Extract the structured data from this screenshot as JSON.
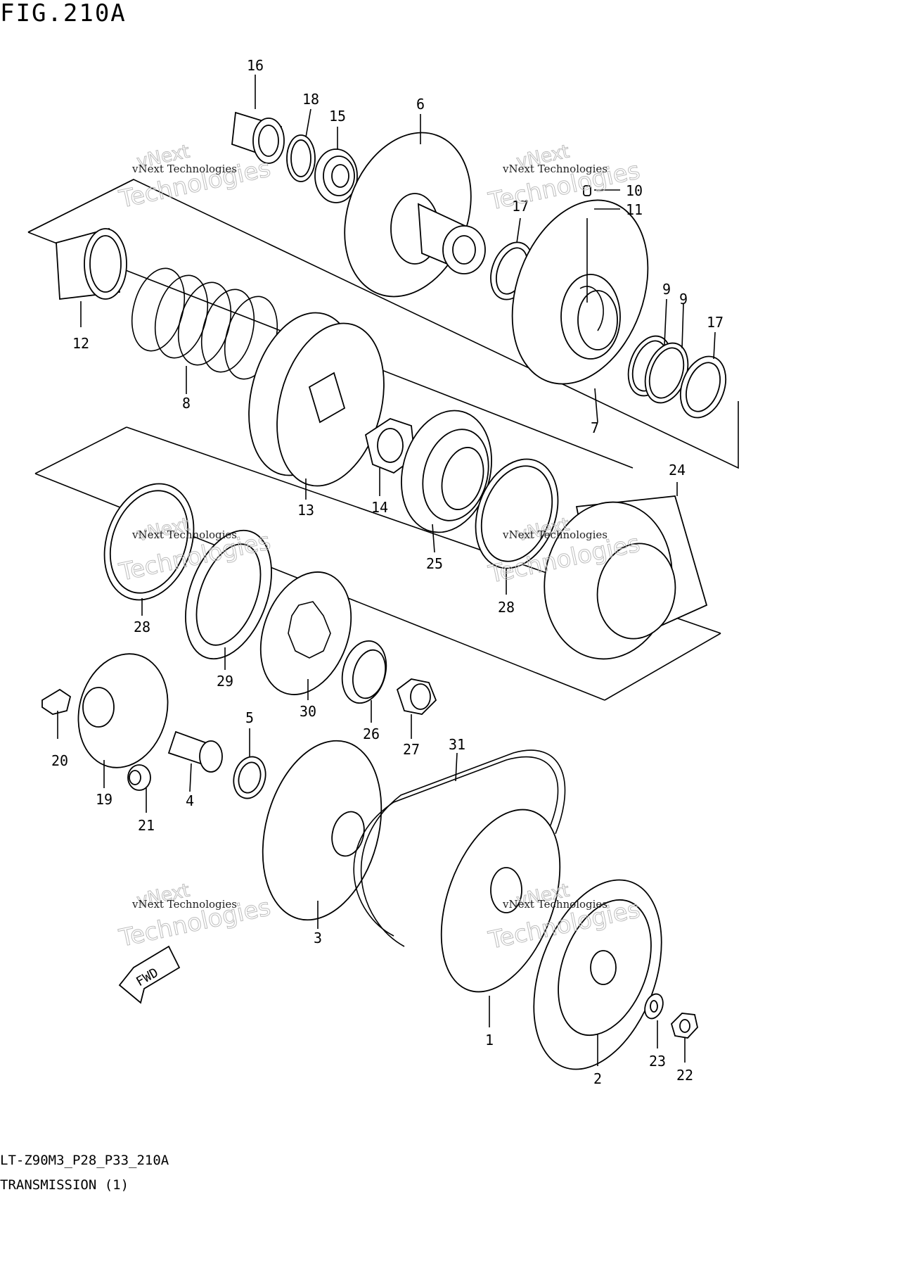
{
  "figure": {
    "title": "FIG.210A",
    "model_code": "LT-Z90M3_P28_P33_210A",
    "section_title": "TRANSMISSION (1)"
  },
  "watermark": {
    "line1": "vNext",
    "line2": "Technologies",
    "small": "vNext Technologies"
  },
  "direction_label": "FWD",
  "callouts": [
    "1",
    "2",
    "3",
    "4",
    "5",
    "6",
    "7",
    "8",
    "9",
    "9",
    "10",
    "11",
    "12",
    "13",
    "14",
    "15",
    "16",
    "17",
    "17",
    "18",
    "19",
    "20",
    "21",
    "22",
    "23",
    "24",
    "25",
    "26",
    "27",
    "28",
    "28",
    "29",
    "30",
    "31"
  ]
}
